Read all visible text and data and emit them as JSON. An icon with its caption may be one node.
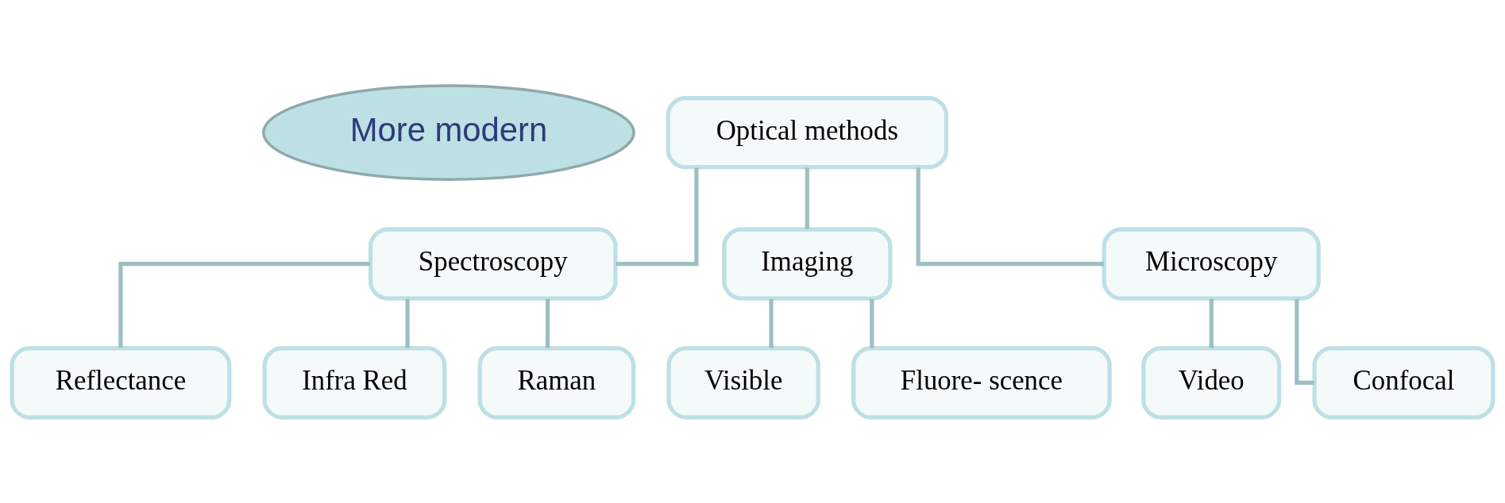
{
  "diagram": {
    "nodes": [
      {
        "text": [
          "More modern"
        ]
      },
      {
        "text": [
          "Optical methods"
        ]
      },
      {
        "text": [
          "Spectroscopy"
        ]
      },
      {
        "text": [
          "Imaging"
        ]
      },
      {
        "text": [
          "Microscopy"
        ]
      },
      {
        "text": [
          "Reflectance"
        ]
      },
      {
        "text": [
          "Infra Red"
        ]
      },
      {
        "text": [
          "Raman"
        ]
      },
      {
        "text": [
          "Visible"
        ]
      },
      {
        "text": [
          "Fluore- scence"
        ]
      },
      {
        "text": [
          "Video"
        ]
      },
      {
        "text": [
          "Confocal"
        ]
      }
    ],
    "edges": [
      {
        "from": 1,
        "to": 2,
        "arrow": "none"
      },
      {
        "from": 1,
        "to": 3,
        "arrow": "none"
      },
      {
        "from": 1,
        "to": 4,
        "arrow": "none"
      },
      {
        "from": 2,
        "to": 5,
        "arrow": "none"
      },
      {
        "from": 2,
        "to": 6,
        "arrow": "none"
      },
      {
        "from": 2,
        "to": 7,
        "arrow": "none"
      },
      {
        "from": 3,
        "to": 8,
        "arrow": "none"
      },
      {
        "from": 3,
        "to": 9,
        "arrow": "none"
      },
      {
        "from": 4,
        "to": 10,
        "arrow": "none"
      },
      {
        "from": 4,
        "to": 11,
        "arrow": "none"
      }
    ]
  }
}
